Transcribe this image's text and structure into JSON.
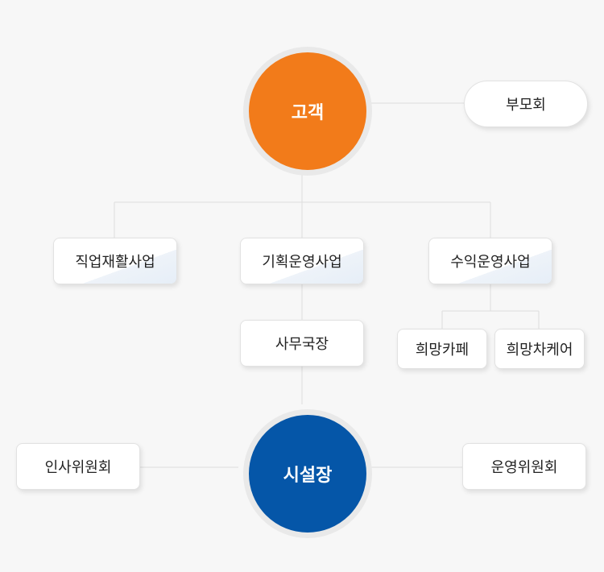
{
  "customer": "고객",
  "parents": "부모회",
  "divisions": {
    "vocational": "직업재활사업",
    "planning": "기획운영사업",
    "revenue": "수익운영사업"
  },
  "secretary_general": "사무국장",
  "revenue_sub": {
    "cafe": "희망카페",
    "car_care": "희망차케어"
  },
  "director": "시설장",
  "hr_committee": "인사위원회",
  "operations_committee": "운영위원회",
  "colors": {
    "customer_circle": "#f27b1a",
    "director_circle": "#0556a8",
    "connector": "#dddddd",
    "background": "#f7f7f7"
  }
}
